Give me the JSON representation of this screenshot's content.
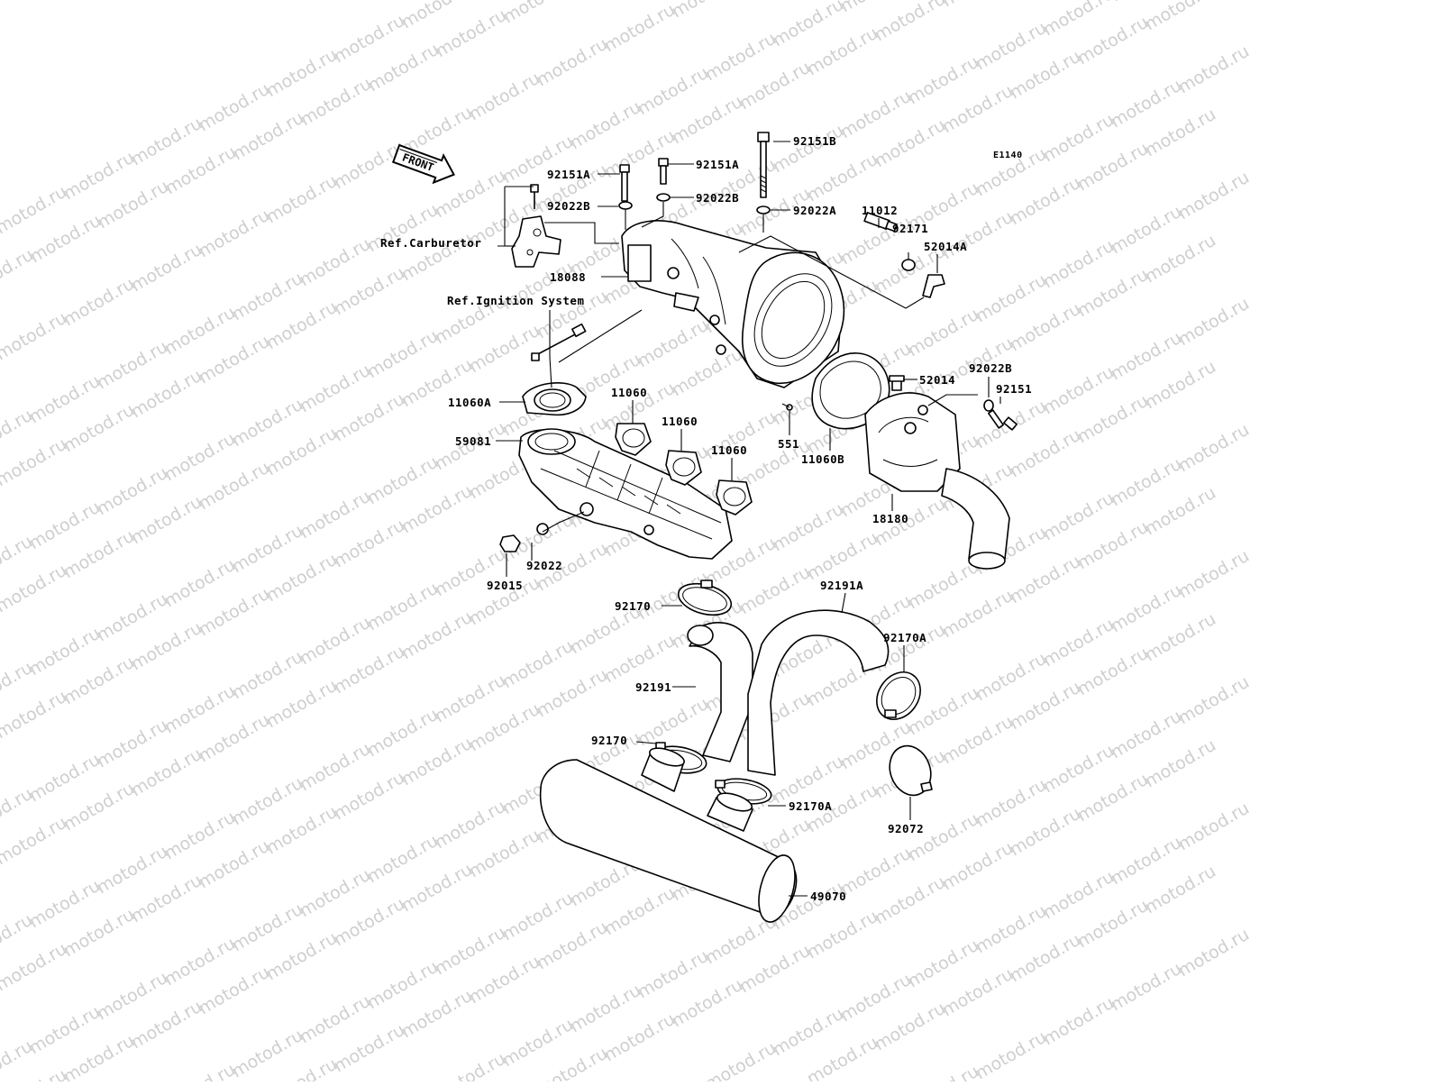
{
  "diagram": {
    "code": "E1140",
    "front_label": "FRONT",
    "watermark": "motod.ru",
    "refs": {
      "carburetor": "Ref.Carburetor",
      "ignition": "Ref.Ignition System"
    },
    "labels": [
      {
        "id": "l-92151b",
        "text": "92151B"
      },
      {
        "id": "l-92151a-1",
        "text": "92151A"
      },
      {
        "id": "l-92151a-2",
        "text": "92151A"
      },
      {
        "id": "l-92022b-1",
        "text": "92022B"
      },
      {
        "id": "l-92022b-2",
        "text": "92022B"
      },
      {
        "id": "l-92022a",
        "text": "92022A"
      },
      {
        "id": "l-11012",
        "text": "11012"
      },
      {
        "id": "l-92171",
        "text": "92171"
      },
      {
        "id": "l-52014a",
        "text": "52014A"
      },
      {
        "id": "l-18088",
        "text": "18088"
      },
      {
        "id": "l-11060a",
        "text": "11060A"
      },
      {
        "id": "l-11060-1",
        "text": "11060"
      },
      {
        "id": "l-11060-2",
        "text": "11060"
      },
      {
        "id": "l-11060-3",
        "text": "11060"
      },
      {
        "id": "l-59081",
        "text": "59081"
      },
      {
        "id": "l-92022",
        "text": "92022"
      },
      {
        "id": "l-92015",
        "text": "92015"
      },
      {
        "id": "l-551",
        "text": "551"
      },
      {
        "id": "l-11060b",
        "text": "11060B"
      },
      {
        "id": "l-52014",
        "text": "52014"
      },
      {
        "id": "l-92022b-3",
        "text": "92022B"
      },
      {
        "id": "l-92151",
        "text": "92151"
      },
      {
        "id": "l-18180",
        "text": "18180"
      },
      {
        "id": "l-92170-1",
        "text": "92170"
      },
      {
        "id": "l-92191a",
        "text": "92191A"
      },
      {
        "id": "l-92170a-1",
        "text": "92170A"
      },
      {
        "id": "l-92191",
        "text": "92191"
      },
      {
        "id": "l-92170-2",
        "text": "92170"
      },
      {
        "id": "l-92170a-2",
        "text": "92170A"
      },
      {
        "id": "l-92072",
        "text": "92072"
      },
      {
        "id": "l-49070",
        "text": "49070"
      }
    ]
  }
}
